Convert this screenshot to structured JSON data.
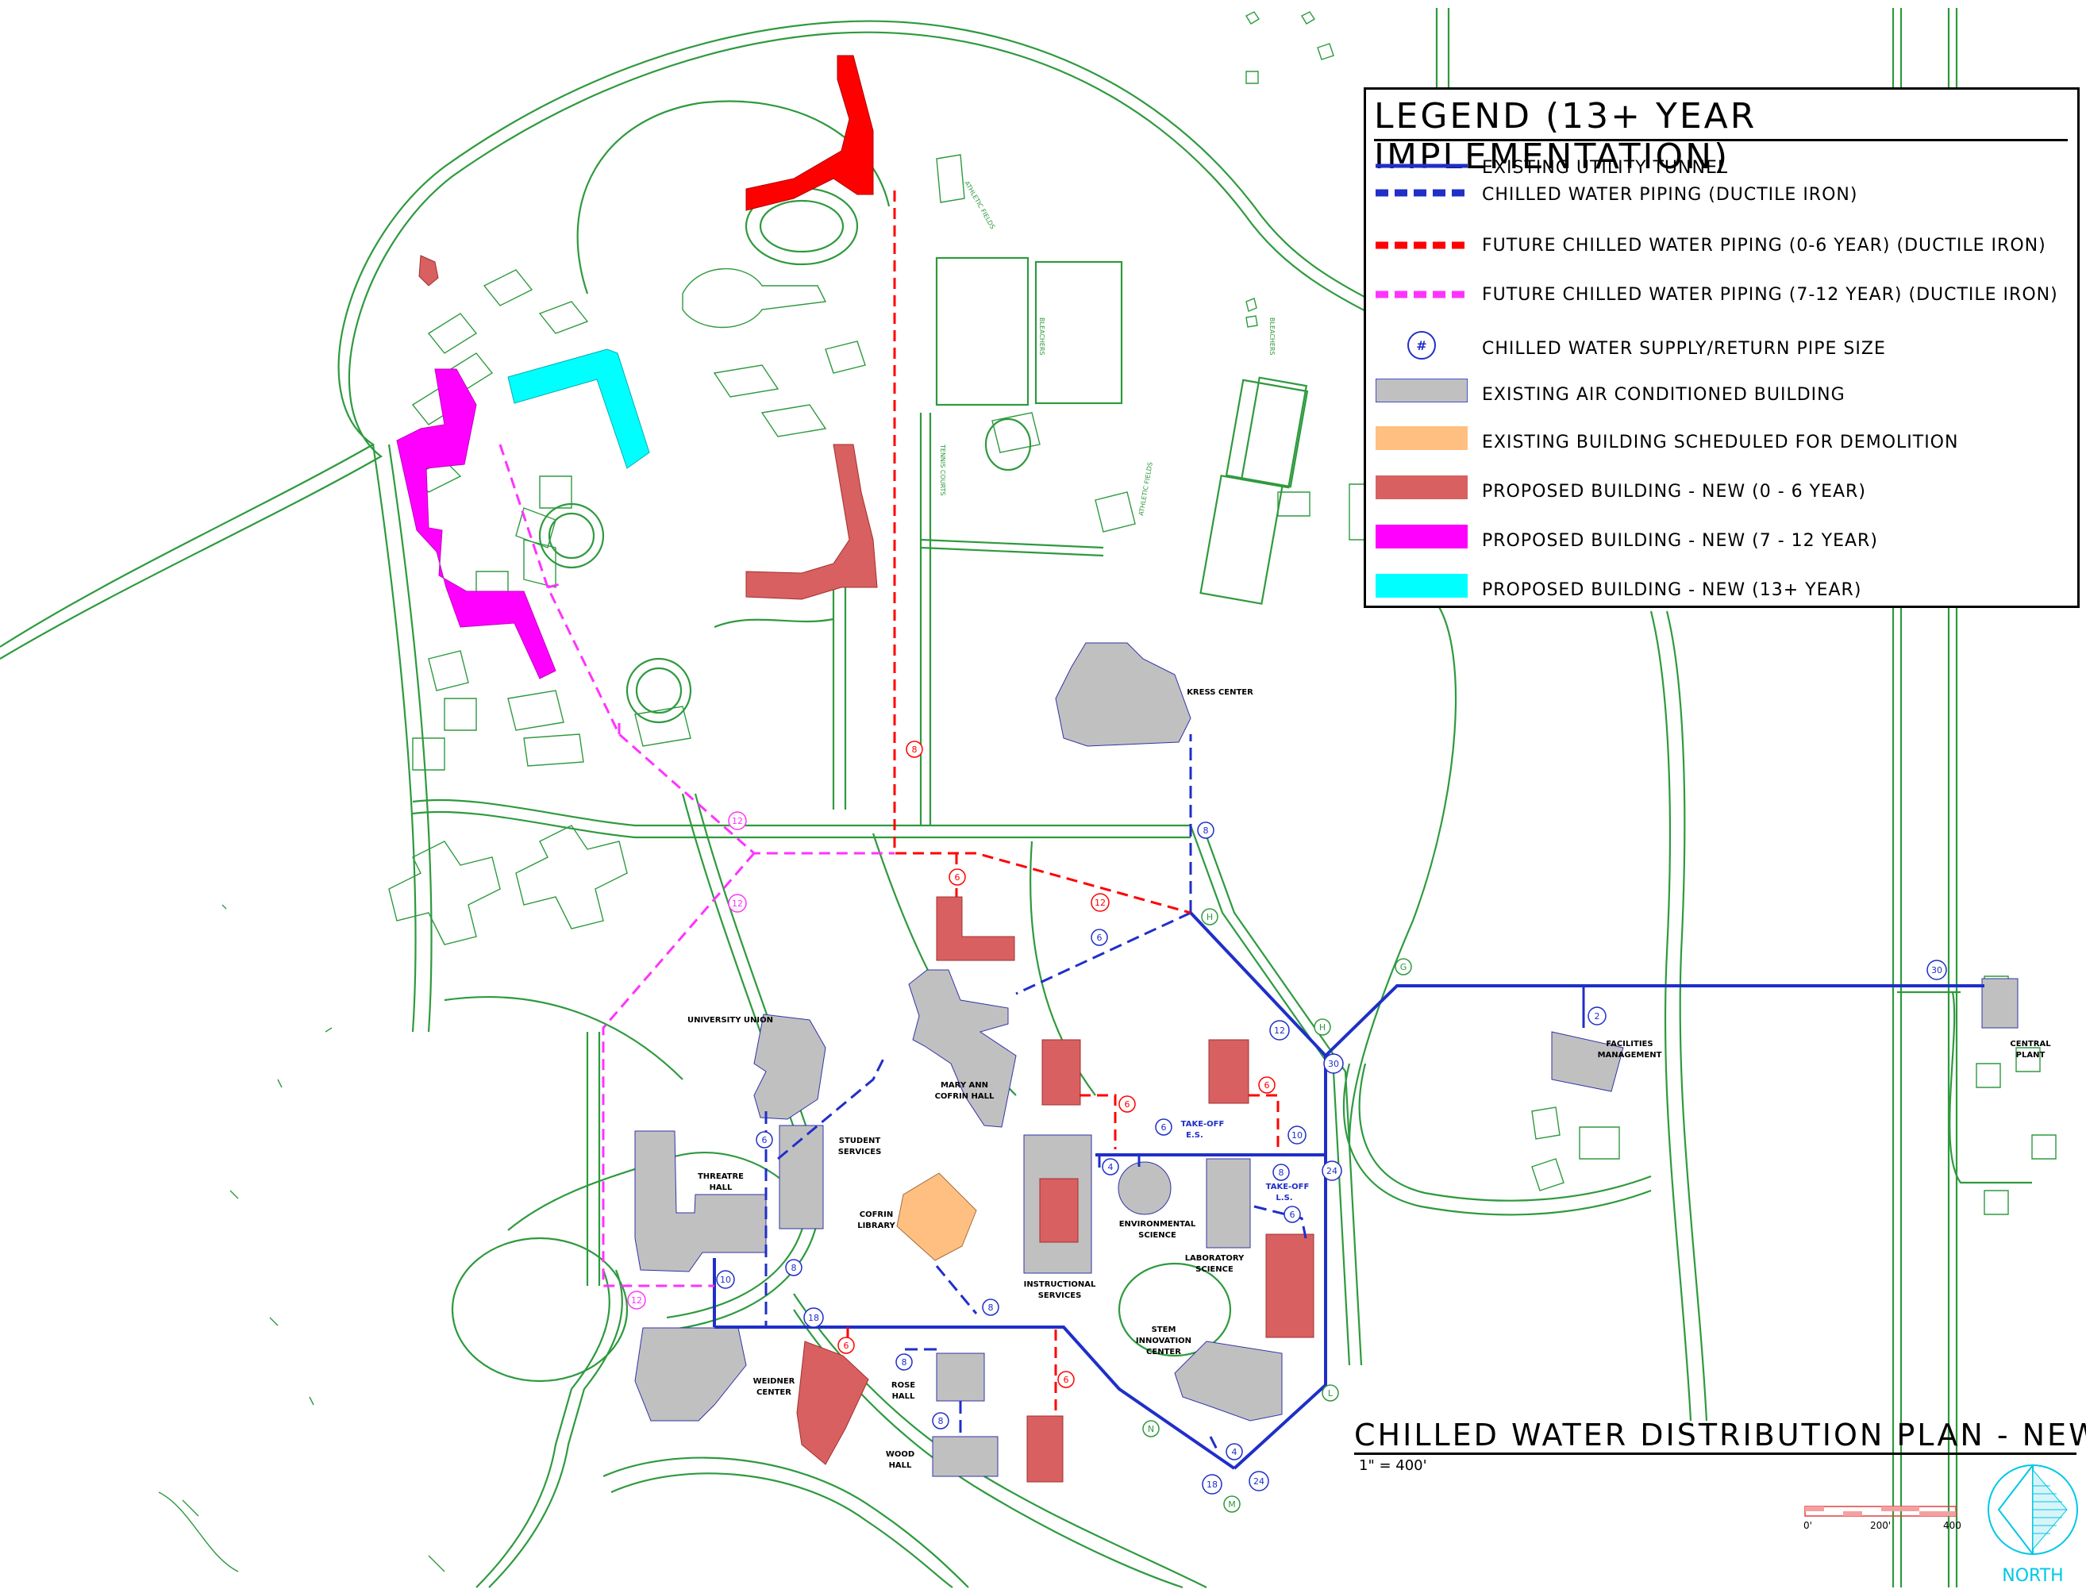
{
  "legend": {
    "title": "LEGEND (13+ YEAR IMPLEMENTATION)",
    "items": [
      {
        "label": "EXISTING UTILITY TUNNEL",
        "color": "#1f2fc8",
        "style": "solid-line"
      },
      {
        "label": "CHILLED WATER PIPING (DUCTILE IRON)",
        "color": "#1f2fc8",
        "style": "dashed-line"
      },
      {
        "label": "FUTURE CHILLED WATER PIPING (0-6 YEAR) (DUCTILE IRON)",
        "color": "#ff0000",
        "style": "dashed-line"
      },
      {
        "label": "FUTURE CHILLED WATER PIPING (7-12 YEAR) (DUCTILE IRON)",
        "color": "#ff33ff",
        "style": "dashed-line"
      },
      {
        "label": "CHILLED WATER SUPPLY/RETURN PIPE SIZE",
        "color": "#1f2fc8",
        "style": "circle",
        "symbol": "#"
      },
      {
        "label": "EXISTING AIR CONDITIONED BUILDING",
        "color": "#c0c0c0",
        "style": "fill"
      },
      {
        "label": "EXISTING BUILDING SCHEDULED FOR DEMOLITION",
        "color": "#ffbf80",
        "style": "fill"
      },
      {
        "label": "PROPOSED BUILDING - NEW (0 - 6 YEAR)",
        "color": "#d96060",
        "style": "fill"
      },
      {
        "label": "PROPOSED BUILDING - NEW (7 - 12 YEAR)",
        "color": "#ff00ff",
        "style": "fill"
      },
      {
        "label": "PROPOSED BUILDING - NEW (13+ YEAR)",
        "color": "#00ffff",
        "style": "fill"
      }
    ]
  },
  "plan": {
    "title": "CHILLED WATER DISTRIBUTION PLAN - NEW",
    "scale": "1\" = 400'"
  },
  "scale_bar": {
    "labels": [
      "0'",
      "200'",
      "400'"
    ]
  },
  "north": {
    "label": "NORTH"
  },
  "buildings": {
    "kress": "KRESS CENTER",
    "union": "UNIVERSITY UNION",
    "cofrin_hall_1": "MARY ANN",
    "cofrin_hall_2": "COFRIN HALL",
    "student_1": "STUDENT",
    "student_2": "SERVICES",
    "theatre_1": "THREATRE",
    "theatre_2": "HALL",
    "library_1": "COFRIN",
    "library_2": "LIBRARY",
    "instr_1": "INSTRUCTIONAL",
    "instr_2": "SERVICES",
    "env_1": "ENVIRONMENTAL",
    "env_2": "SCIENCE",
    "lab_1": "LABORATORY",
    "lab_2": "SCIENCE",
    "stem_1": "STEM",
    "stem_2": "INNOVATION",
    "stem_3": "CENTER",
    "weidner_1": "WEIDNER",
    "weidner_2": "CENTER",
    "rose_1": "ROSE",
    "rose_2": "HALL",
    "wood_1": "WOOD",
    "wood_2": "HALL",
    "facilities_1": "FACILITIES",
    "facilities_2": "MANAGEMENT",
    "central_1": "CENTRAL",
    "central_2": "PLANT",
    "takeoff_es_1": "TAKE-OFF",
    "takeoff_es_2": "E.S.",
    "takeoff_ls_1": "TAKE-OFF",
    "takeoff_ls_2": "L.S."
  },
  "site_labels": {
    "athletic_fields_1": "ATHLETIC FIELDS",
    "athletic_fields_2": "ATHLETIC FIELDS",
    "tennis": "TENNIS COURTS",
    "bleachers_1": "BLEACHERS",
    "bleachers_2": "BLEACHERS"
  },
  "pipe_sizes": {
    "s8a": "8",
    "s6a": "6",
    "s12a": "12",
    "s8b": "8",
    "s6b": "6",
    "s12b": "12",
    "s12c": "12",
    "s12d": "12",
    "s2": "2",
    "s30a": "30",
    "s30b": "30",
    "s12e": "12",
    "s6c": "6",
    "s6d": "6",
    "s6e": "6",
    "s10a": "10",
    "s24a": "24",
    "s8c": "8",
    "s6f": "6",
    "s4a": "4",
    "s6g": "6",
    "s8d": "8",
    "s10b": "10",
    "s18a": "18",
    "s8e": "8",
    "s6h": "6",
    "s8f": "8",
    "s8g": "8",
    "s6i": "6",
    "s4b": "4",
    "s18b": "18",
    "s24b": "24"
  },
  "road_markers": {
    "m1": "H",
    "m2": "G",
    "m3": "H",
    "m4": "L",
    "m5": "N",
    "m6": "M"
  }
}
